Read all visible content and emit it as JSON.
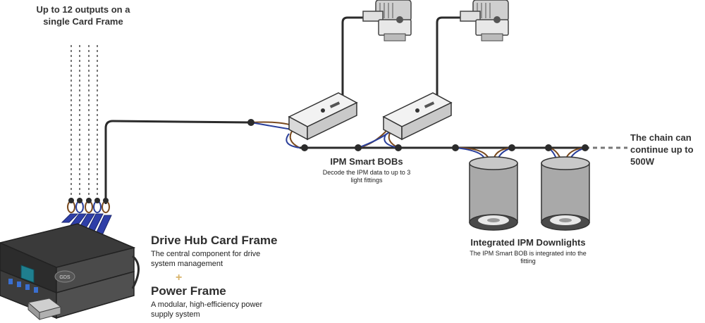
{
  "outputs_note": "Up to 12 outputs on a single Card Frame",
  "bobs": {
    "title": "IPM Smart BOBs",
    "desc": "Decode the IPM data to up to 3 light fittings"
  },
  "chain_note": "The chain can continue up to 500W",
  "downlights": {
    "title": "Integrated IPM Downlights",
    "desc": "The IPM Smart BOB is integrated into the fitting"
  },
  "drive_hub": {
    "title": "Drive Hub Card Frame",
    "desc": "The central component for drive system management"
  },
  "plus_symbol": "+",
  "power_frame": {
    "title": "Power Frame",
    "desc": "A modular, high-efficiency power supply system"
  },
  "device_logo": "GDS",
  "colors": {
    "cable_black": "#2b2b2b",
    "wire_brown": "#7a4a1e",
    "wire_blue": "#2a3f9a",
    "card_blue": "#2f3fa8",
    "accent_gold": "#d8b36a",
    "screen_teal": "#1f7f8f"
  }
}
